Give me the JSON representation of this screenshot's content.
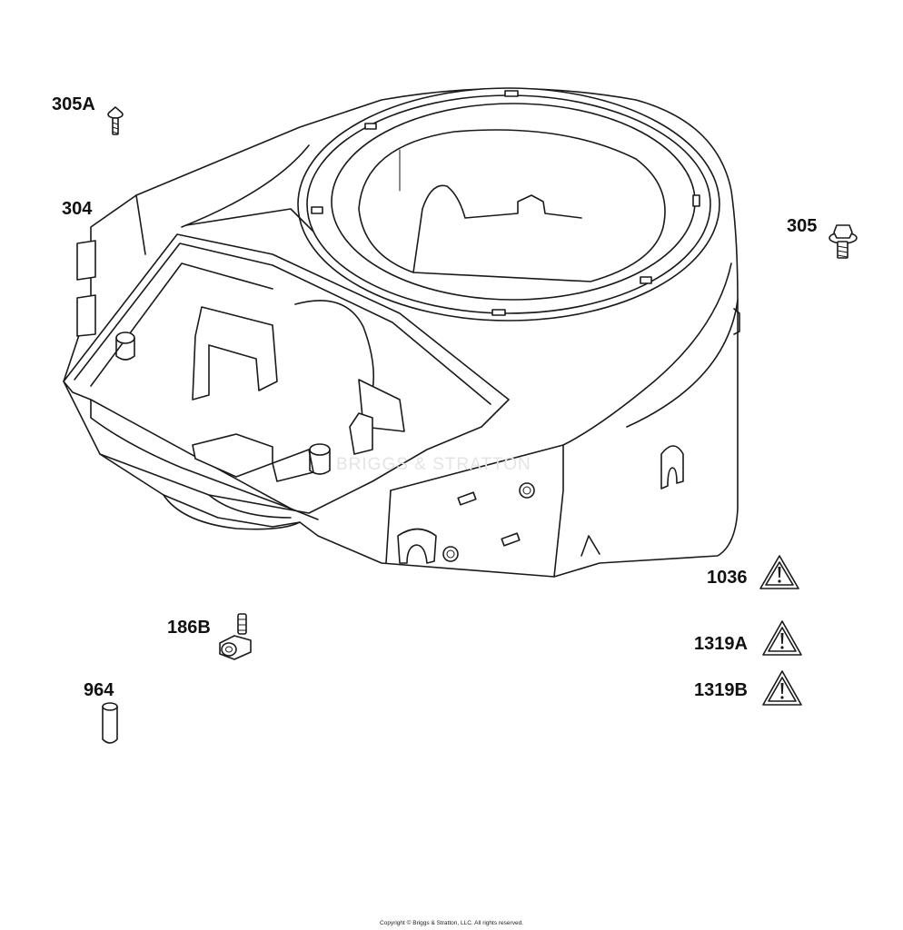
{
  "callouts": {
    "p305A": "305A",
    "p304": "304",
    "p305": "305",
    "p1036": "1036",
    "p186B": "186B",
    "p1319A": "1319A",
    "p964": "964",
    "p1319B": "1319B"
  },
  "watermark": "BRIGGS & STRATTON",
  "copyright": "Copyright © Briggs & Stratton, LLC. All rights reserved."
}
